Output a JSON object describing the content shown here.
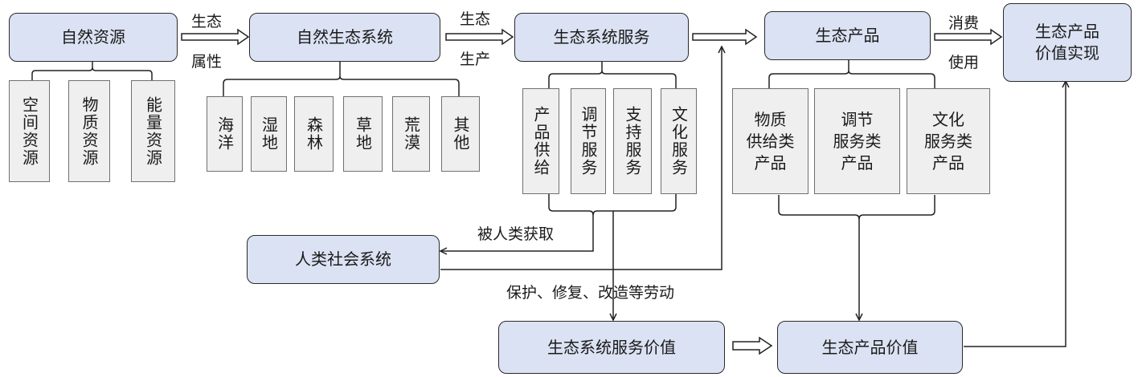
{
  "boxes": {
    "natural_resources": "自然资源",
    "natural_ecosystem": "自然生态系统",
    "ecosystem_services": "生态系统服务",
    "ecological_products": "生态产品",
    "value_realization": "生态产品\n价值实现",
    "human_society": "人类社会系统",
    "ecosystem_service_value": "生态系统服务价值",
    "ecological_product_value": "生态产品价值"
  },
  "resources": [
    "空间资源",
    "物质资源",
    "能量资源"
  ],
  "ecosystems": [
    "海洋",
    "湿地",
    "森林",
    "草地",
    "荒漠",
    "其他"
  ],
  "services": [
    "产品供给",
    "调节服务",
    "支持服务",
    "文化服务"
  ],
  "products": [
    "物质\n供给类\n产品",
    "调节\n服务类\n产品",
    "文化\n服务类\n产品"
  ],
  "labels": {
    "eco_top": "生态",
    "attr_bottom": "属性",
    "eco_top2": "生态",
    "prod_bottom": "生产",
    "consume_top": "消费",
    "use_bottom": "使用",
    "obtained": "被人类获取",
    "labor": "保护、修复、改造等劳动"
  }
}
